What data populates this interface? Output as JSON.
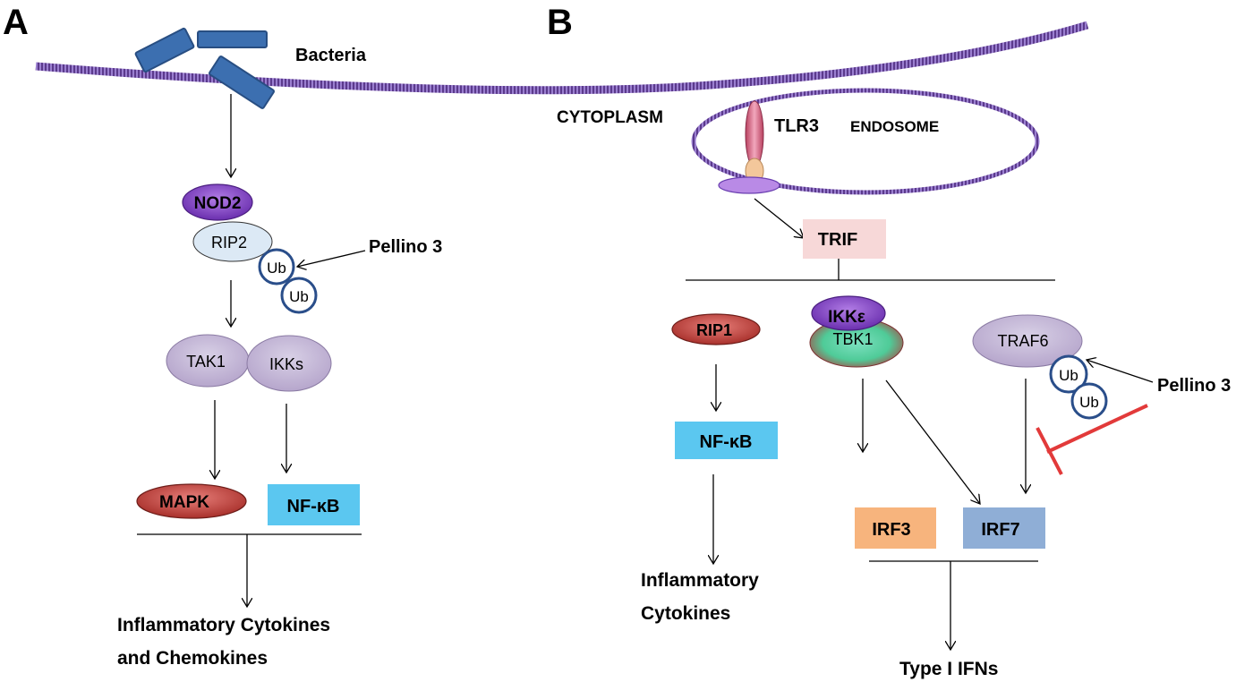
{
  "panel_a": {
    "panel_label": "A",
    "stimulus": "Bacteria",
    "nodes": {
      "nod2": "NOD2",
      "rip2": "RIP2",
      "ub_1": "Ub",
      "ub_2": "Ub",
      "regulator": "Pellino 3",
      "tak1": "TAK1",
      "ikks": "IKKs",
      "mapk": "MAPK",
      "nfkb": "NF-κB"
    },
    "output_line1": "Inflammatory Cytokines",
    "output_line2": "and Chemokines"
  },
  "panel_b": {
    "panel_label": "B",
    "compartment_cytoplasm": "CYTOPLASM",
    "compartment_endosome": "ENDOSOME",
    "nodes": {
      "tlr3": "TLR3",
      "trif": "TRIF",
      "rip1": "RIP1",
      "ikke": "IKKε",
      "tbk1": "TBK1",
      "traf6": "TRAF6",
      "ub_1": "Ub",
      "ub_2": "Ub",
      "regulator": "Pellino 3",
      "nfkb": "NF-κB",
      "irf3": "IRF3",
      "irf7": "IRF7"
    },
    "output_left_line1": "Inflammatory",
    "output_left_line2": "Cytokines",
    "output_right": "Type I IFNs"
  },
  "colors": {
    "membrane": "#5b3a8c",
    "bacteria": "#3c6fb0",
    "nod2": "#8a3fc7",
    "rip2": "#dce9f5",
    "kinase": "#c9bcd9",
    "mapk": "#b8403a",
    "nfkb": "#5bc7f0",
    "trif": "#f7d8d8",
    "irf3": "#f7b47d",
    "irf7": "#8faed6",
    "ub_ring": "#2a4e8a",
    "inhibition": "#e23a3a",
    "tlr3": "#d9607e"
  }
}
